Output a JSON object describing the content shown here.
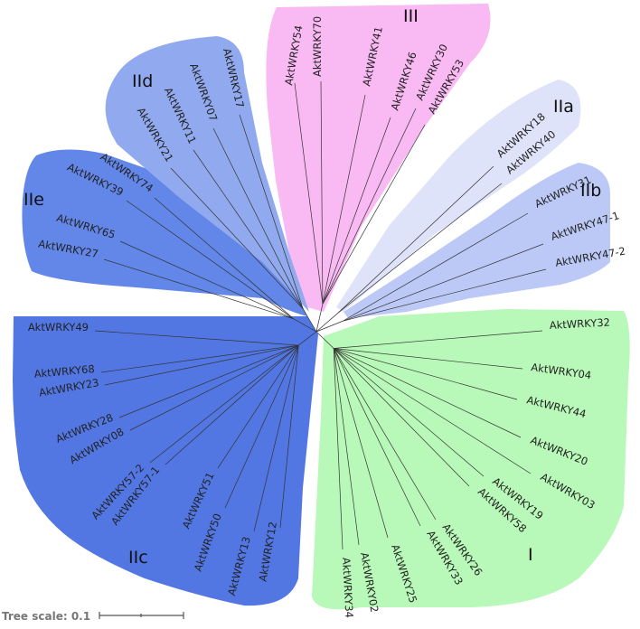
{
  "tree_scale": {
    "label": "Tree scale: 0.1"
  },
  "colors": {
    "III": "#f9b9f3",
    "IIa": "#dfe3f9",
    "IIb": "#bcc9f6",
    "I": "#b8f8b8",
    "IIc": "#5277e3",
    "IIe": "#6287e8",
    "IId": "#91a9ee"
  },
  "groups": [
    {
      "id": "III",
      "label": "III",
      "leaves": [
        "AktWRKY54",
        "AktWRKY70",
        "AktWRKY41",
        "AktWRKY46",
        "AktWRKY30",
        "AktWRKY53"
      ]
    },
    {
      "id": "IIa",
      "label": "IIa",
      "leaves": [
        "AktWRKY18",
        "AktWRKY40"
      ]
    },
    {
      "id": "IIb",
      "label": "IIb",
      "leaves": [
        "AktWRKY31",
        "AktWRKY47-1",
        "AktWRKY47-2"
      ]
    },
    {
      "id": "I",
      "label": "I",
      "leaves": [
        "AktWRKY32",
        "AktWRKY04",
        "AktWRKY44",
        "AktWRKY20",
        "AktWRKY03",
        "AktWRKY19",
        "AktWRKY58",
        "AktWRKY26",
        "AktWRKY33",
        "AktWRKY25",
        "AktWRKY02",
        "AktWRKY34"
      ]
    },
    {
      "id": "IIc",
      "label": "IIc",
      "leaves": [
        "AktWRKY12",
        "AktWRKY13",
        "AktWRKY50",
        "AktWRKY51",
        "AktWRKY57-1",
        "AktWRKY57-2",
        "AktWRKY08",
        "AktWRKY28",
        "AktWRKY23",
        "AktWRKY68",
        "AktWRKY49"
      ]
    },
    {
      "id": "IIe",
      "label": "IIe",
      "leaves": [
        "AktWRKY27",
        "AktWRKY65",
        "AktWRKY39",
        "AktWRKY74"
      ]
    },
    {
      "id": "IId",
      "label": "IId",
      "leaves": [
        "AktWRKY21",
        "AktWRKY11",
        "AktWRKY07",
        "AktWRKY17"
      ]
    }
  ]
}
